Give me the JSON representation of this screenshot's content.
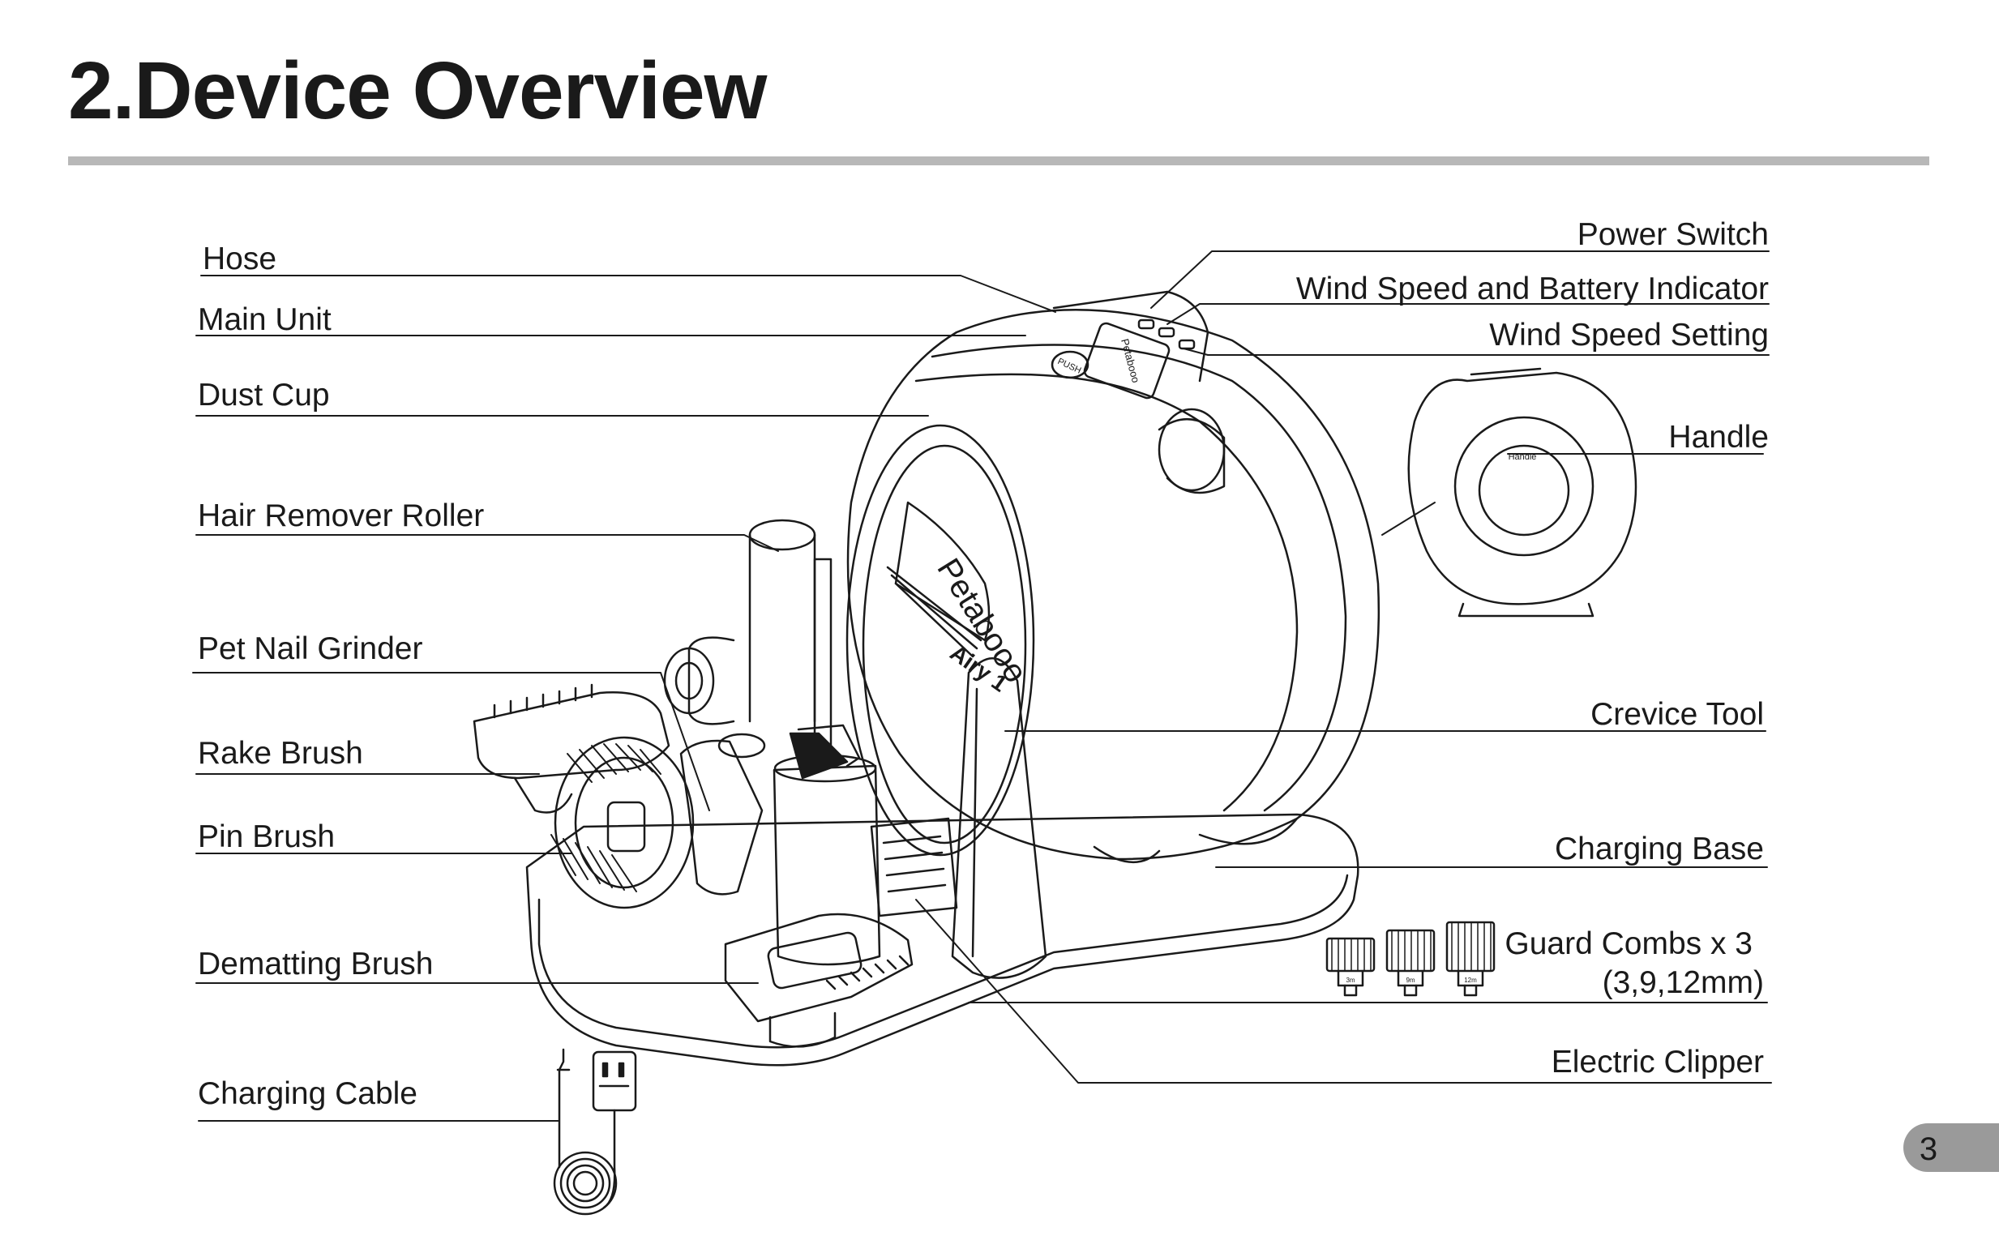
{
  "page": {
    "title": "2.Device Overview",
    "number": "3"
  },
  "labels": {
    "hose": "Hose",
    "main_unit": "Main Unit",
    "dust_cup": "Dust Cup",
    "hair_remover_roller": "Hair Remover Roller",
    "pet_nail_grinder": "Pet Nail Grinder",
    "rake_brush": "Rake Brush",
    "pin_brush": "Pin Brush",
    "dematting_brush": "Dematting Brush",
    "charging_cable": "Charging Cable",
    "power_switch": "Power Switch",
    "wind_speed_battery_indicator": "Wind Speed and Battery Indicator",
    "wind_speed_setting": "Wind Speed Setting",
    "handle": "Handle",
    "crevice_tool": "Crevice Tool",
    "charging_base": "Charging Base",
    "guard_combs": "Guard Combs x 3",
    "guard_combs_sizes": "(3,9,12mm)",
    "electric_clipper": "Electric Clipper"
  },
  "device_markings": {
    "brand": "Petabooo",
    "model": "Airy 1",
    "push_button": "PUSH",
    "handle_tag": "Handle",
    "comb_sizes": [
      "3m",
      "9m",
      "12m"
    ]
  },
  "colors": {
    "rule": "#b8b8b8",
    "page_tab": "#9a9a9a",
    "ink": "#1a1a1a"
  }
}
